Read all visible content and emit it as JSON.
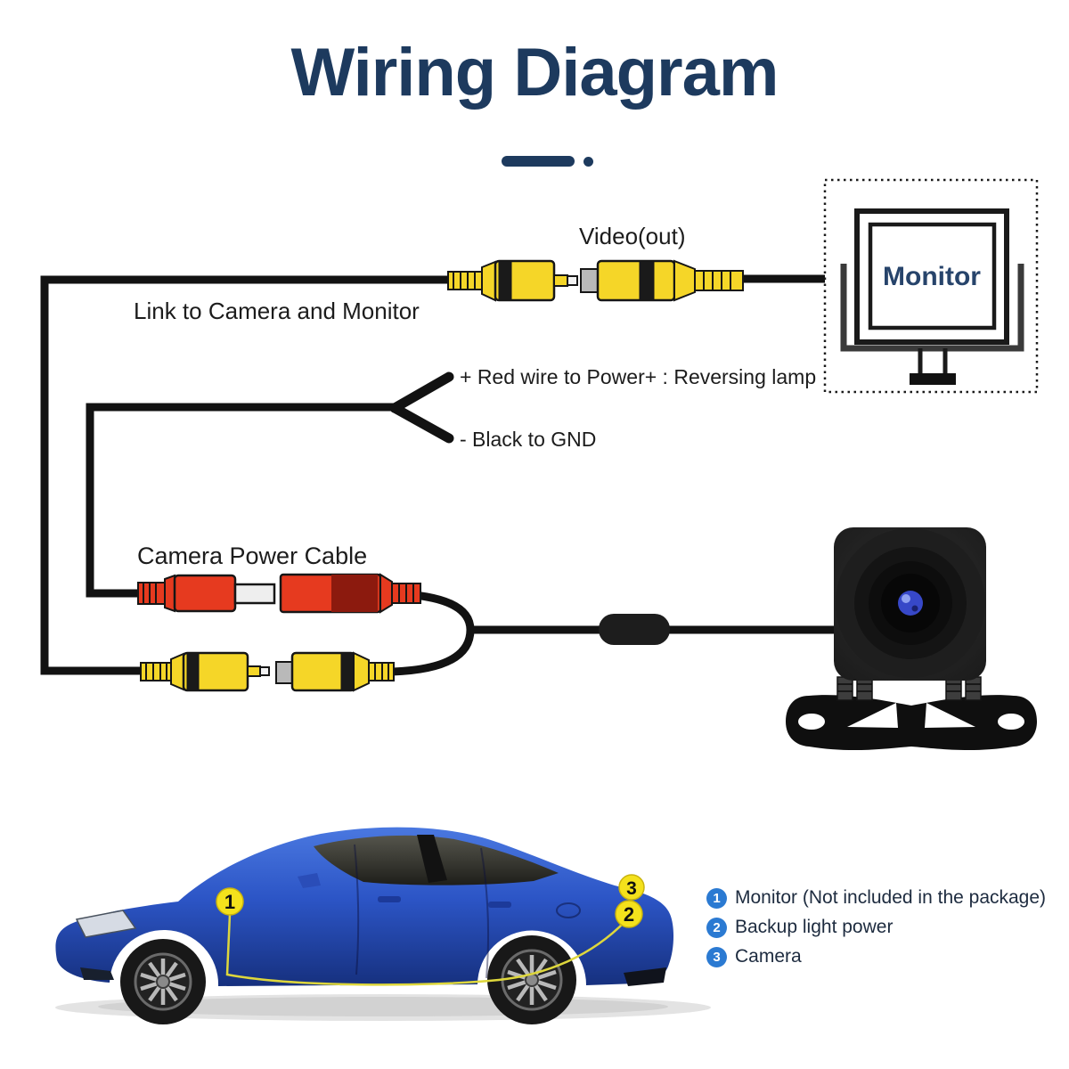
{
  "title": {
    "text": "Wiring Diagram"
  },
  "labels": {
    "video_out": "Video(out)",
    "link_to": "Link to Camera and Monitor",
    "red_wire": "+ Red wire to Power+ : Reversing lamp",
    "black_gnd": "- Black to GND",
    "camera_power": "Camera Power Cable",
    "monitor": "Monitor"
  },
  "legend": {
    "items": [
      {
        "num": "1",
        "label": "Monitor (Not included in the package)"
      },
      {
        "num": "2",
        "label": "Backup light power"
      },
      {
        "num": "3",
        "label": "Camera"
      }
    ]
  },
  "car_markers": {
    "m1": "1",
    "m2": "2",
    "m3": "3"
  },
  "colors": {
    "title_navy": "#1d3a5e",
    "wire_black": "#121212",
    "rca_yellow": "#f5d628",
    "power_red": "#e63a1f",
    "legend_blue": "#2b7ad2",
    "marker_yellow": "#f4e11c",
    "car_blue": "#2c55c6"
  }
}
